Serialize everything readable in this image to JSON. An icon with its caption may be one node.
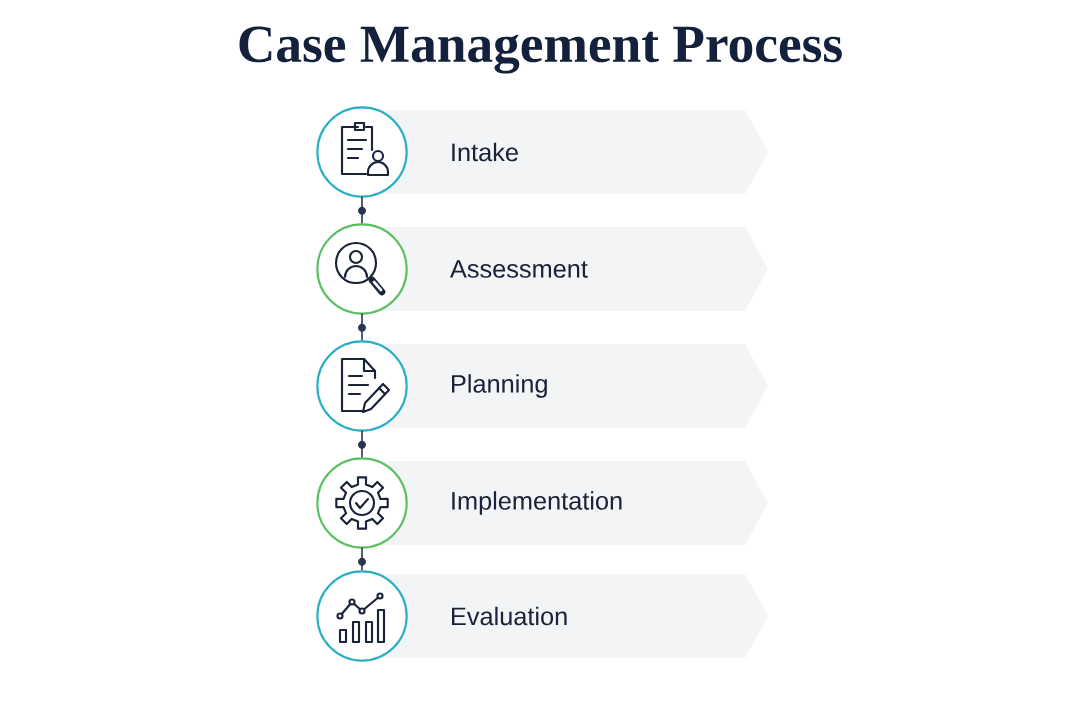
{
  "diagram": {
    "title": "Case Management Process",
    "nodes": [
      {
        "text": [],
        "shape": "circle"
      },
      {
        "text": [
          "Intake"
        ]
      },
      {
        "text": [],
        "shape": "circle"
      },
      {
        "text": [
          "Assessment"
        ]
      },
      {
        "text": [],
        "shape": "circle"
      },
      {
        "text": [
          "Planning"
        ]
      },
      {
        "text": [],
        "shape": "circle"
      },
      {
        "text": [
          "Implementation"
        ]
      },
      {
        "text": [],
        "shape": "circle"
      },
      {
        "text": [
          "Evaluation"
        ]
      }
    ],
    "edges": [
      {
        "from": 0,
        "to": 2,
        "arrow": "none"
      },
      {
        "from": 2,
        "to": 4,
        "arrow": "none"
      },
      {
        "from": 4,
        "to": 6,
        "arrow": "none"
      },
      {
        "from": 6,
        "to": 8,
        "arrow": "none"
      }
    ]
  }
}
